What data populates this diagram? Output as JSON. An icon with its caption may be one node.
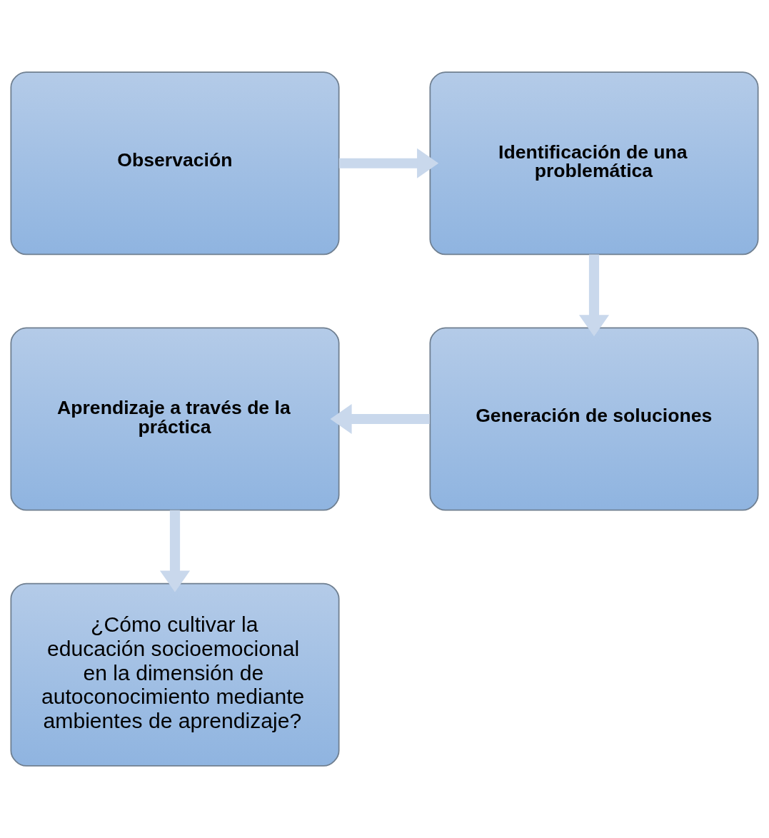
{
  "diagram": {
    "nodes": [
      {
        "text": [
          "Observación"
        ]
      },
      {
        "text": [
          "Identificación de una problemática"
        ]
      },
      {
        "text": [
          "Generación de soluciones"
        ]
      },
      {
        "text": [
          "Aprendizaje a través de la práctica"
        ]
      },
      {
        "text": [
          "¿Cómo cultivar la educación socioemocional en la dimensión de autoconocimiento mediante ambientes de aprendizaje?"
        ]
      }
    ],
    "edges": [
      {
        "from": 0,
        "to": 1,
        "arrow": "to"
      },
      {
        "from": 1,
        "to": 2,
        "arrow": "to"
      },
      {
        "from": 2,
        "to": 3,
        "arrow": "to"
      },
      {
        "from": 3,
        "to": 4,
        "arrow": "to"
      }
    ]
  }
}
